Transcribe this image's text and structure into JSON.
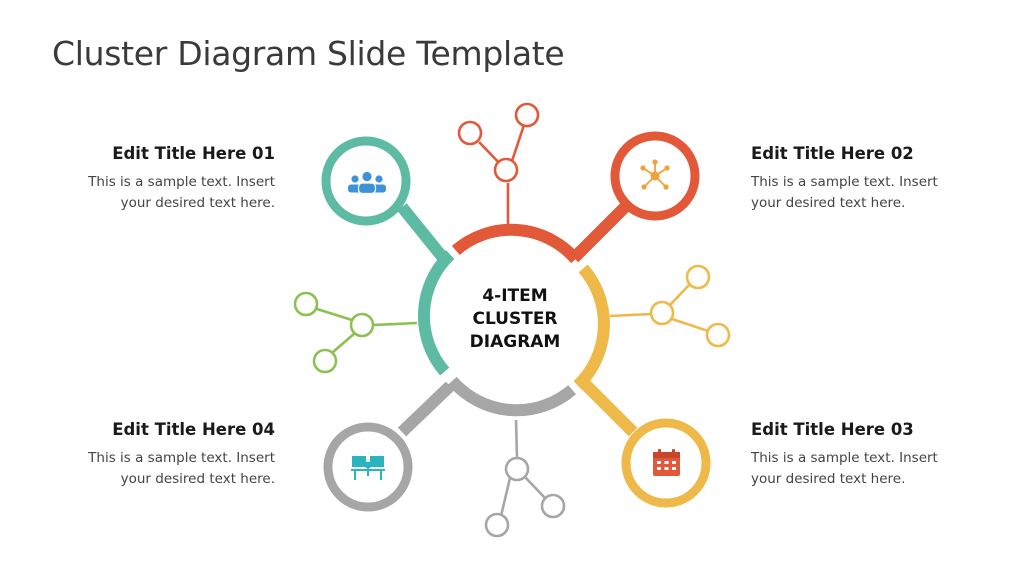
{
  "title": "Cluster Diagram Slide Template",
  "center": {
    "lines": [
      "4-ITEM",
      "CLUSTER",
      "DIAGRAM"
    ]
  },
  "colors": {
    "teal": "#5dbba4",
    "orange": "#e2593a",
    "yellow": "#efb94a",
    "gray": "#a6a6a6",
    "green": "#8cc152",
    "blue": "#3d93d6"
  },
  "items": [
    {
      "title": "Edit Title Here 01",
      "desc_lines": [
        "This is a sample text. Insert",
        "your desired text here."
      ],
      "icon": "people-group-icon",
      "color": "#5dbba4"
    },
    {
      "title": "Edit Title Here 02",
      "desc_lines": [
        "This is a sample text. Insert",
        "your desired text here."
      ],
      "icon": "network-hub-icon",
      "color": "#e2593a"
    },
    {
      "title": "Edit Title Here 03",
      "desc_lines": [
        "This is a sample text. Insert",
        "your desired text here."
      ],
      "icon": "calendar-icon",
      "color": "#efb94a"
    },
    {
      "title": "Edit Title Here 04",
      "desc_lines": [
        "This is a sample text. Insert",
        "your desired text here."
      ],
      "icon": "meeting-desk-icon",
      "color": "#a6a6a6"
    }
  ]
}
